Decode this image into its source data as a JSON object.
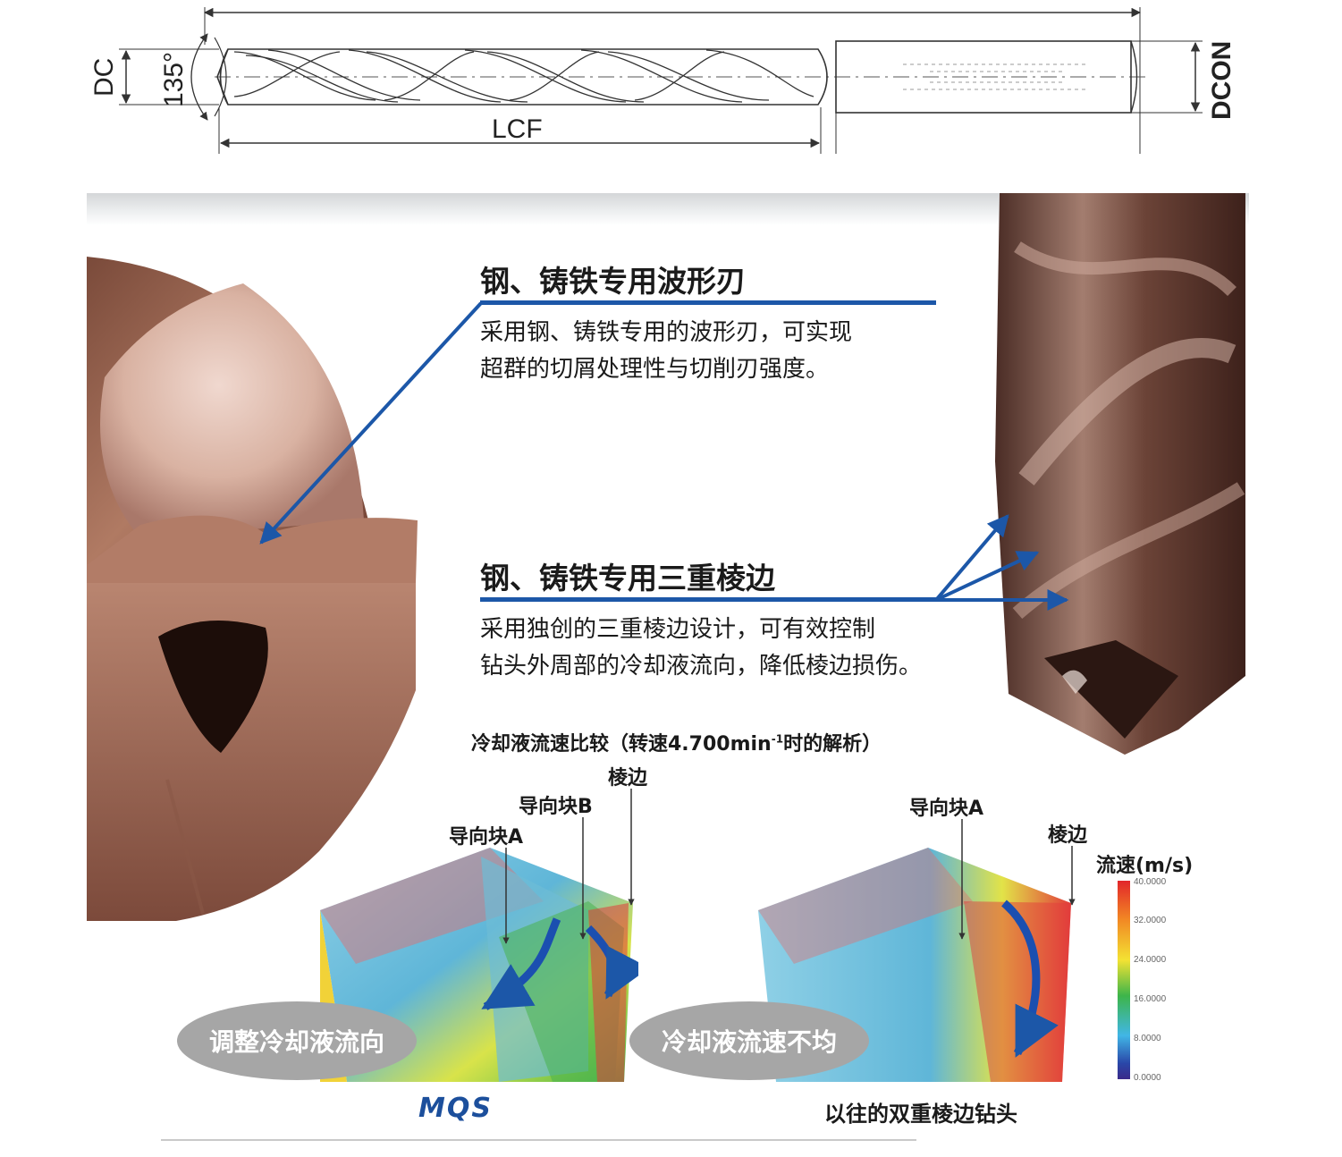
{
  "drawing": {
    "dim_dc": "DC",
    "dim_angle": "135°",
    "dim_lcf": "LCF",
    "dim_dcon": "DCON"
  },
  "feature1": {
    "title": "钢、铸铁专用波形刃",
    "desc_line1": "采用钢、铸铁专用的波形刃，可实现",
    "desc_line2": "超群的切屑处理性与切削刃强度。"
  },
  "feature2": {
    "title": "钢、铸铁专用三重棱边",
    "desc_line1": "采用独创的三重棱边设计，可有效控制",
    "desc_line2": "钻头外周部的冷却液流向，降低棱边损伤。"
  },
  "comparison": {
    "title_prefix": "冷却液流速比较（转速4.700min",
    "title_sup": "-1",
    "title_suffix": "时的解析）",
    "left": {
      "label_margin": "棱边",
      "label_pad_b": "导向块B",
      "label_pad_a": "导向块A",
      "pill": "调整冷却液流向",
      "brand": "MQS"
    },
    "right": {
      "label_pad_a": "导向块A",
      "label_margin": "棱边",
      "pill": "冷却液流速不均",
      "caption": "以往的双重棱边钻头"
    },
    "scale": {
      "title": "流速(m/s)",
      "ticks": [
        "40.0000",
        "32.0000",
        "24.0000",
        "16.0000",
        "8.0000",
        "0.0000"
      ]
    }
  },
  "colors": {
    "accent_blue": "#1c57a8",
    "drill_copper": "#a8705c",
    "pill_gray": "#a6a6a6"
  }
}
